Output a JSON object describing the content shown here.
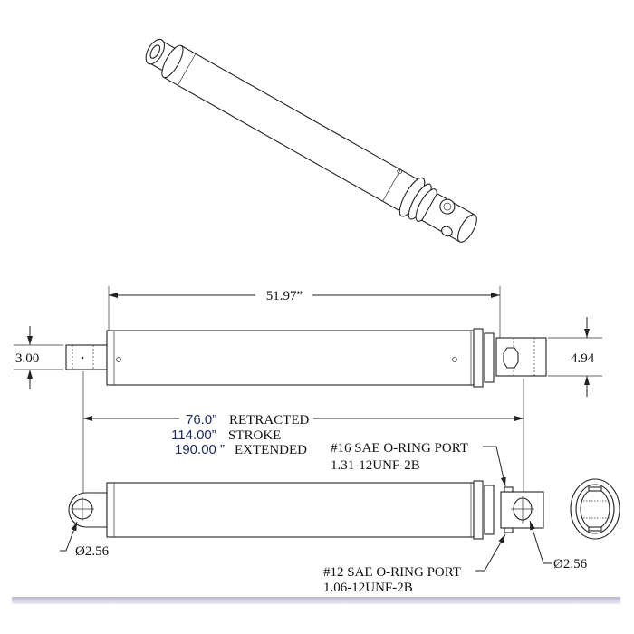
{
  "dimensions": {
    "retracted_body_length": "51.97”",
    "rod_end_width": "3.00",
    "barrel_diameter": "4.94",
    "retracted": {
      "value": "76.0”",
      "label": "RETRACTED"
    },
    "stroke": {
      "value": "114.00”",
      "label": "STROKE"
    },
    "extended": {
      "value": "190.00 ”",
      "label": "EXTENDED"
    },
    "pin_hole_left": "Ø2.56",
    "pin_hole_right": "Ø2.56"
  },
  "ports": {
    "port_16": {
      "name": "#16 SAE O-RING PORT",
      "thread": "1.31-12UNF-2B"
    },
    "port_12": {
      "name": "#12 SAE O-RING PORT",
      "thread": "1.06-12UNF-2B"
    }
  },
  "colors": {
    "line": "#222222",
    "value_text": "#1c2b57",
    "footer": "#bdb6cf"
  }
}
